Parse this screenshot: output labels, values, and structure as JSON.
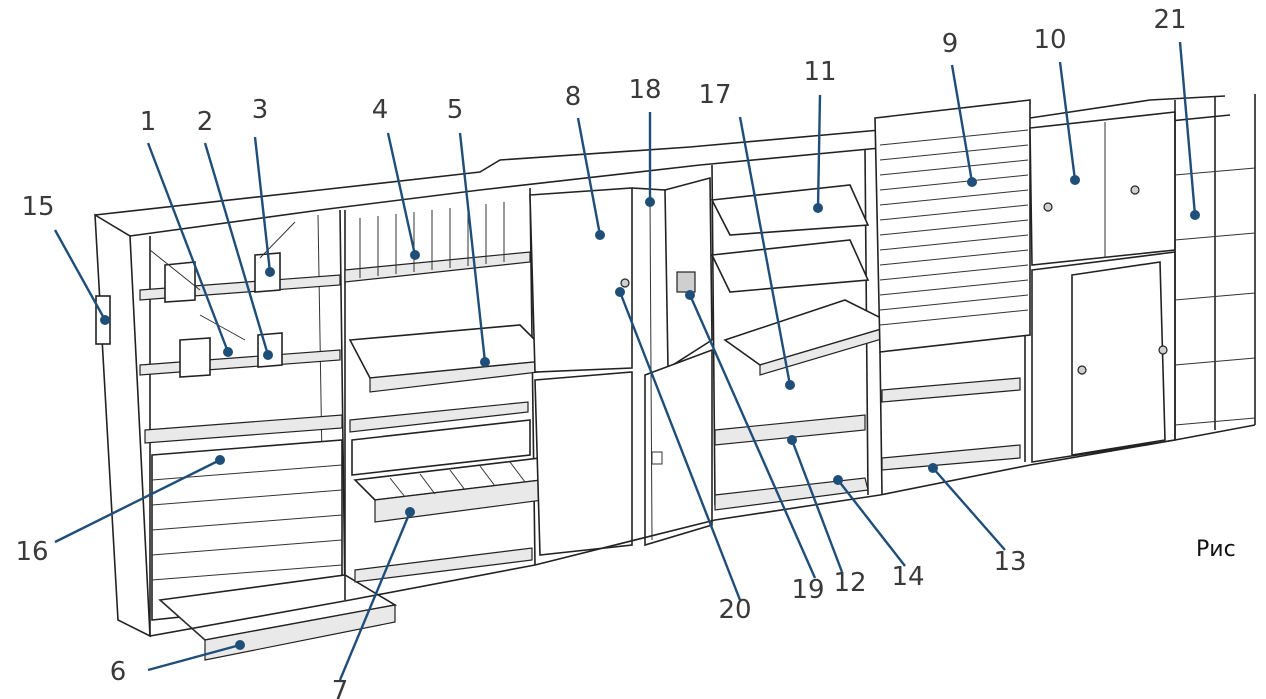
{
  "figure": {
    "caption": "Рис"
  },
  "callouts": [
    {
      "id": "1",
      "label": "1"
    },
    {
      "id": "2",
      "label": "2"
    },
    {
      "id": "3",
      "label": "3"
    },
    {
      "id": "4",
      "label": "4"
    },
    {
      "id": "5",
      "label": "5"
    },
    {
      "id": "6",
      "label": "6"
    },
    {
      "id": "7",
      "label": "7"
    },
    {
      "id": "8",
      "label": "8"
    },
    {
      "id": "9",
      "label": "9"
    },
    {
      "id": "10",
      "label": "10"
    },
    {
      "id": "11",
      "label": "11"
    },
    {
      "id": "12",
      "label": "12"
    },
    {
      "id": "13",
      "label": "13"
    },
    {
      "id": "14",
      "label": "14"
    },
    {
      "id": "15",
      "label": "15"
    },
    {
      "id": "16",
      "label": "16"
    },
    {
      "id": "17",
      "label": "17"
    },
    {
      "id": "18",
      "label": "18"
    },
    {
      "id": "19",
      "label": "19"
    },
    {
      "id": "20",
      "label": "20"
    },
    {
      "id": "21",
      "label": "21"
    }
  ],
  "colors": {
    "callout": "#1f4e79",
    "number_text": "#3a3a3a"
  }
}
